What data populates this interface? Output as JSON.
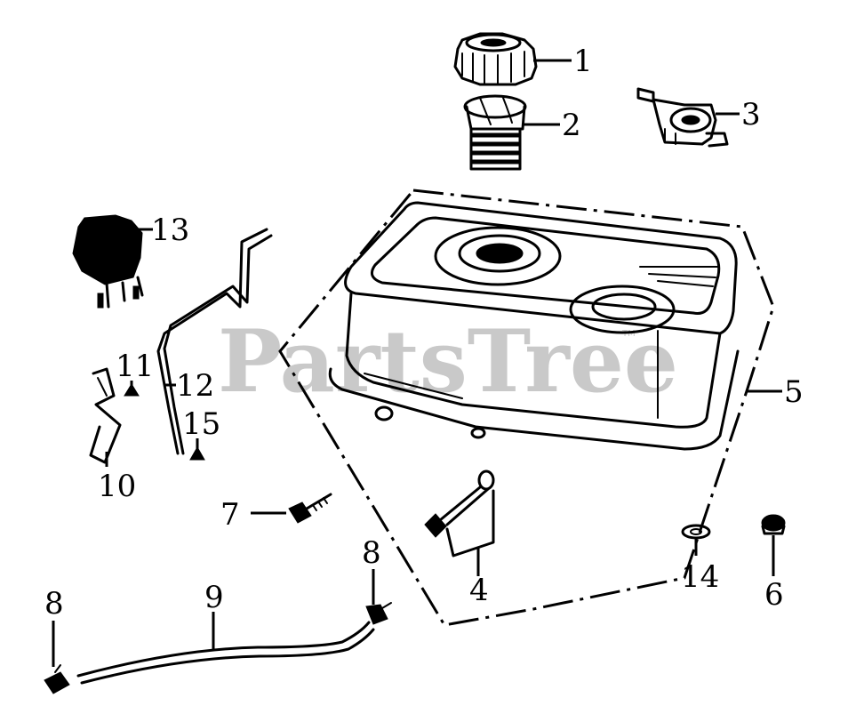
{
  "watermark": {
    "text": "PartsTree",
    "trademark": "TM",
    "color": "#c9c9c9"
  },
  "callouts": {
    "c1": "1",
    "c2": "2",
    "c3": "3",
    "c4": "4",
    "c5": "5",
    "c6": "6",
    "c7": "7",
    "c8a": "8",
    "c8b": "8",
    "c9": "9",
    "c10": "10",
    "c11": "11",
    "c12": "12",
    "c13": "13",
    "c14": "14",
    "c15": "15"
  },
  "colors": {
    "line": "#000000",
    "background": "#ffffff"
  }
}
